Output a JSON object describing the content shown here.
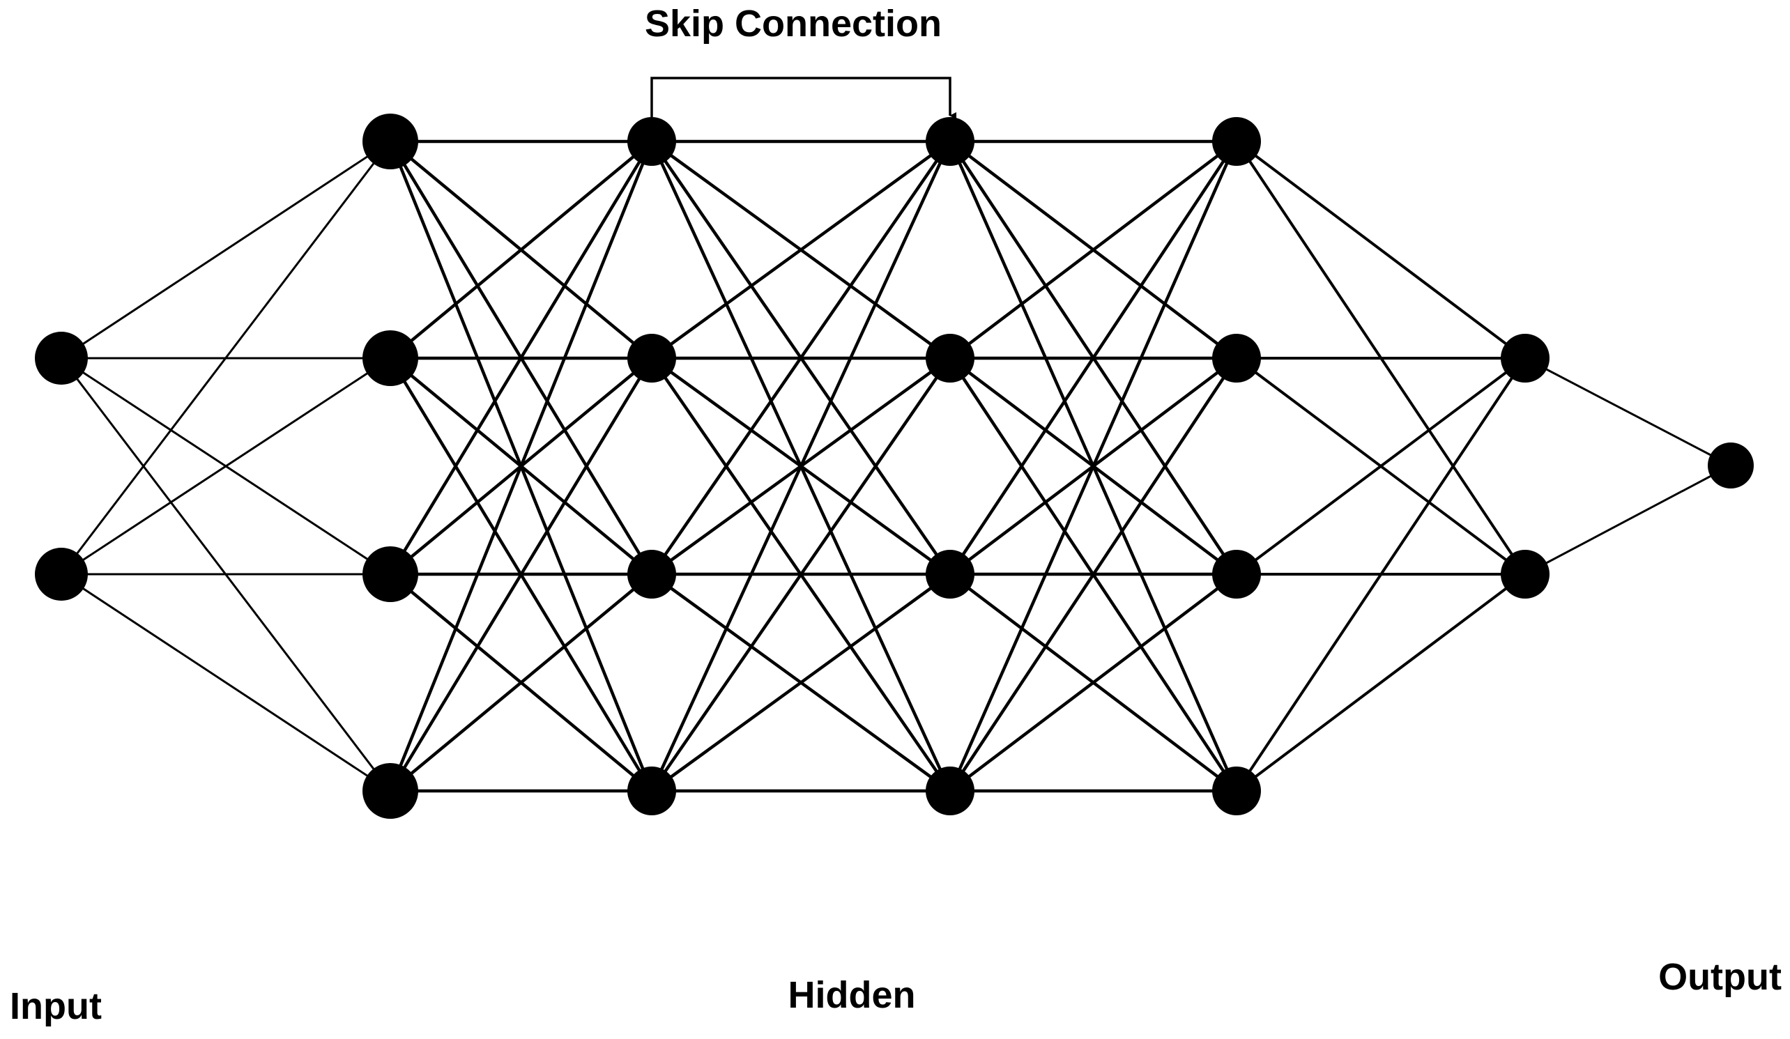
{
  "labels": {
    "skip": "Skip Connection",
    "input": "Input",
    "hidden": "Hidden",
    "output": "Output"
  },
  "network": {
    "layers": [
      2,
      4,
      4,
      4,
      4,
      2,
      1
    ],
    "connectivity": "fully-connected",
    "skip_connection": {
      "from_layer": 2,
      "to_layer": 3,
      "neuron": 0
    }
  },
  "colors": {
    "stroke": "#000000",
    "neuron": "#000000",
    "background": "#ffffff"
  }
}
